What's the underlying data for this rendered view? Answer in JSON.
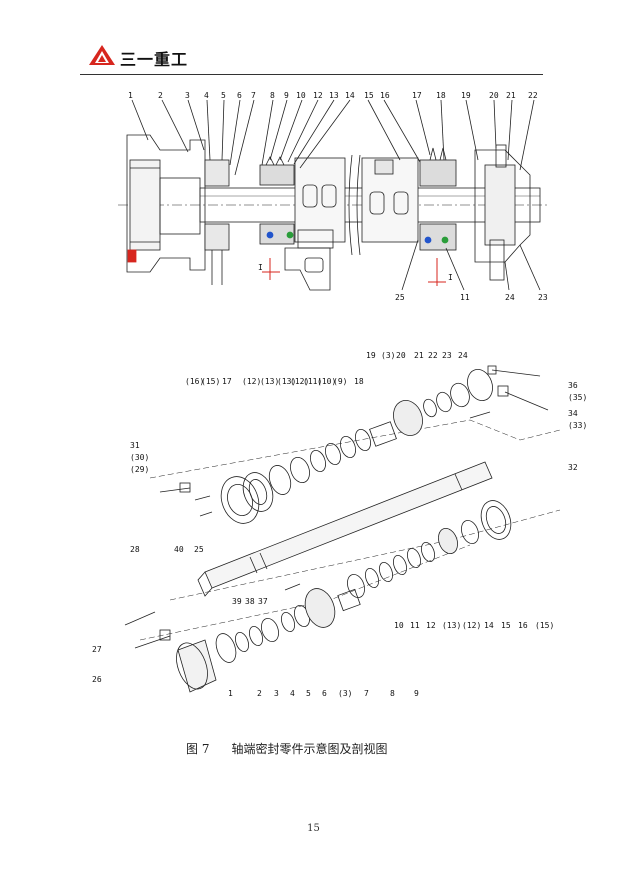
{
  "header": {
    "logo_text": "三一重工",
    "logo_icon": "sany-triangle-logo-icon",
    "brand_color": "#d7261e"
  },
  "figure": {
    "caption_number": "图 7",
    "caption_text": "轴端密封零件示意图及剖视图",
    "top_labels": [
      "1",
      "2",
      "3",
      "4",
      "5",
      "6",
      "7",
      "8",
      "9",
      "10",
      "12",
      "13",
      "14",
      "15",
      "16",
      "17",
      "18",
      "19",
      "20",
      "21",
      "22"
    ],
    "top_bottom_labels": [
      "25",
      "11",
      "24",
      "23"
    ],
    "section_mark": "I",
    "exploded_top_row": [
      "19",
      "(3)",
      "20",
      "21",
      "22",
      "23",
      "24"
    ],
    "exploded_left_labels": [
      "(16)",
      "(15)",
      "17",
      "(12)",
      "(13)",
      "(13)",
      "(12)",
      "(11)",
      "(10)",
      "(9)",
      "18"
    ],
    "right_labels": [
      "36",
      "(35)",
      "34",
      "(33)",
      "32"
    ],
    "left_labels_a": [
      "31",
      "(30)",
      "(29)"
    ],
    "left_labels_b": [
      "28",
      "40",
      "25"
    ],
    "mid_labels": [
      "39",
      "38",
      "37"
    ],
    "lower_right_labels": [
      "10",
      "11",
      "12",
      "(13)",
      "(12)",
      "14",
      "15",
      "16",
      "(15)"
    ],
    "lower_left_labels": [
      "27",
      "26"
    ],
    "bottom_labels": [
      "1",
      "2",
      "3",
      "4",
      "5",
      "6",
      "(3)",
      "7",
      "8",
      "9"
    ]
  },
  "page": {
    "number": "15"
  }
}
